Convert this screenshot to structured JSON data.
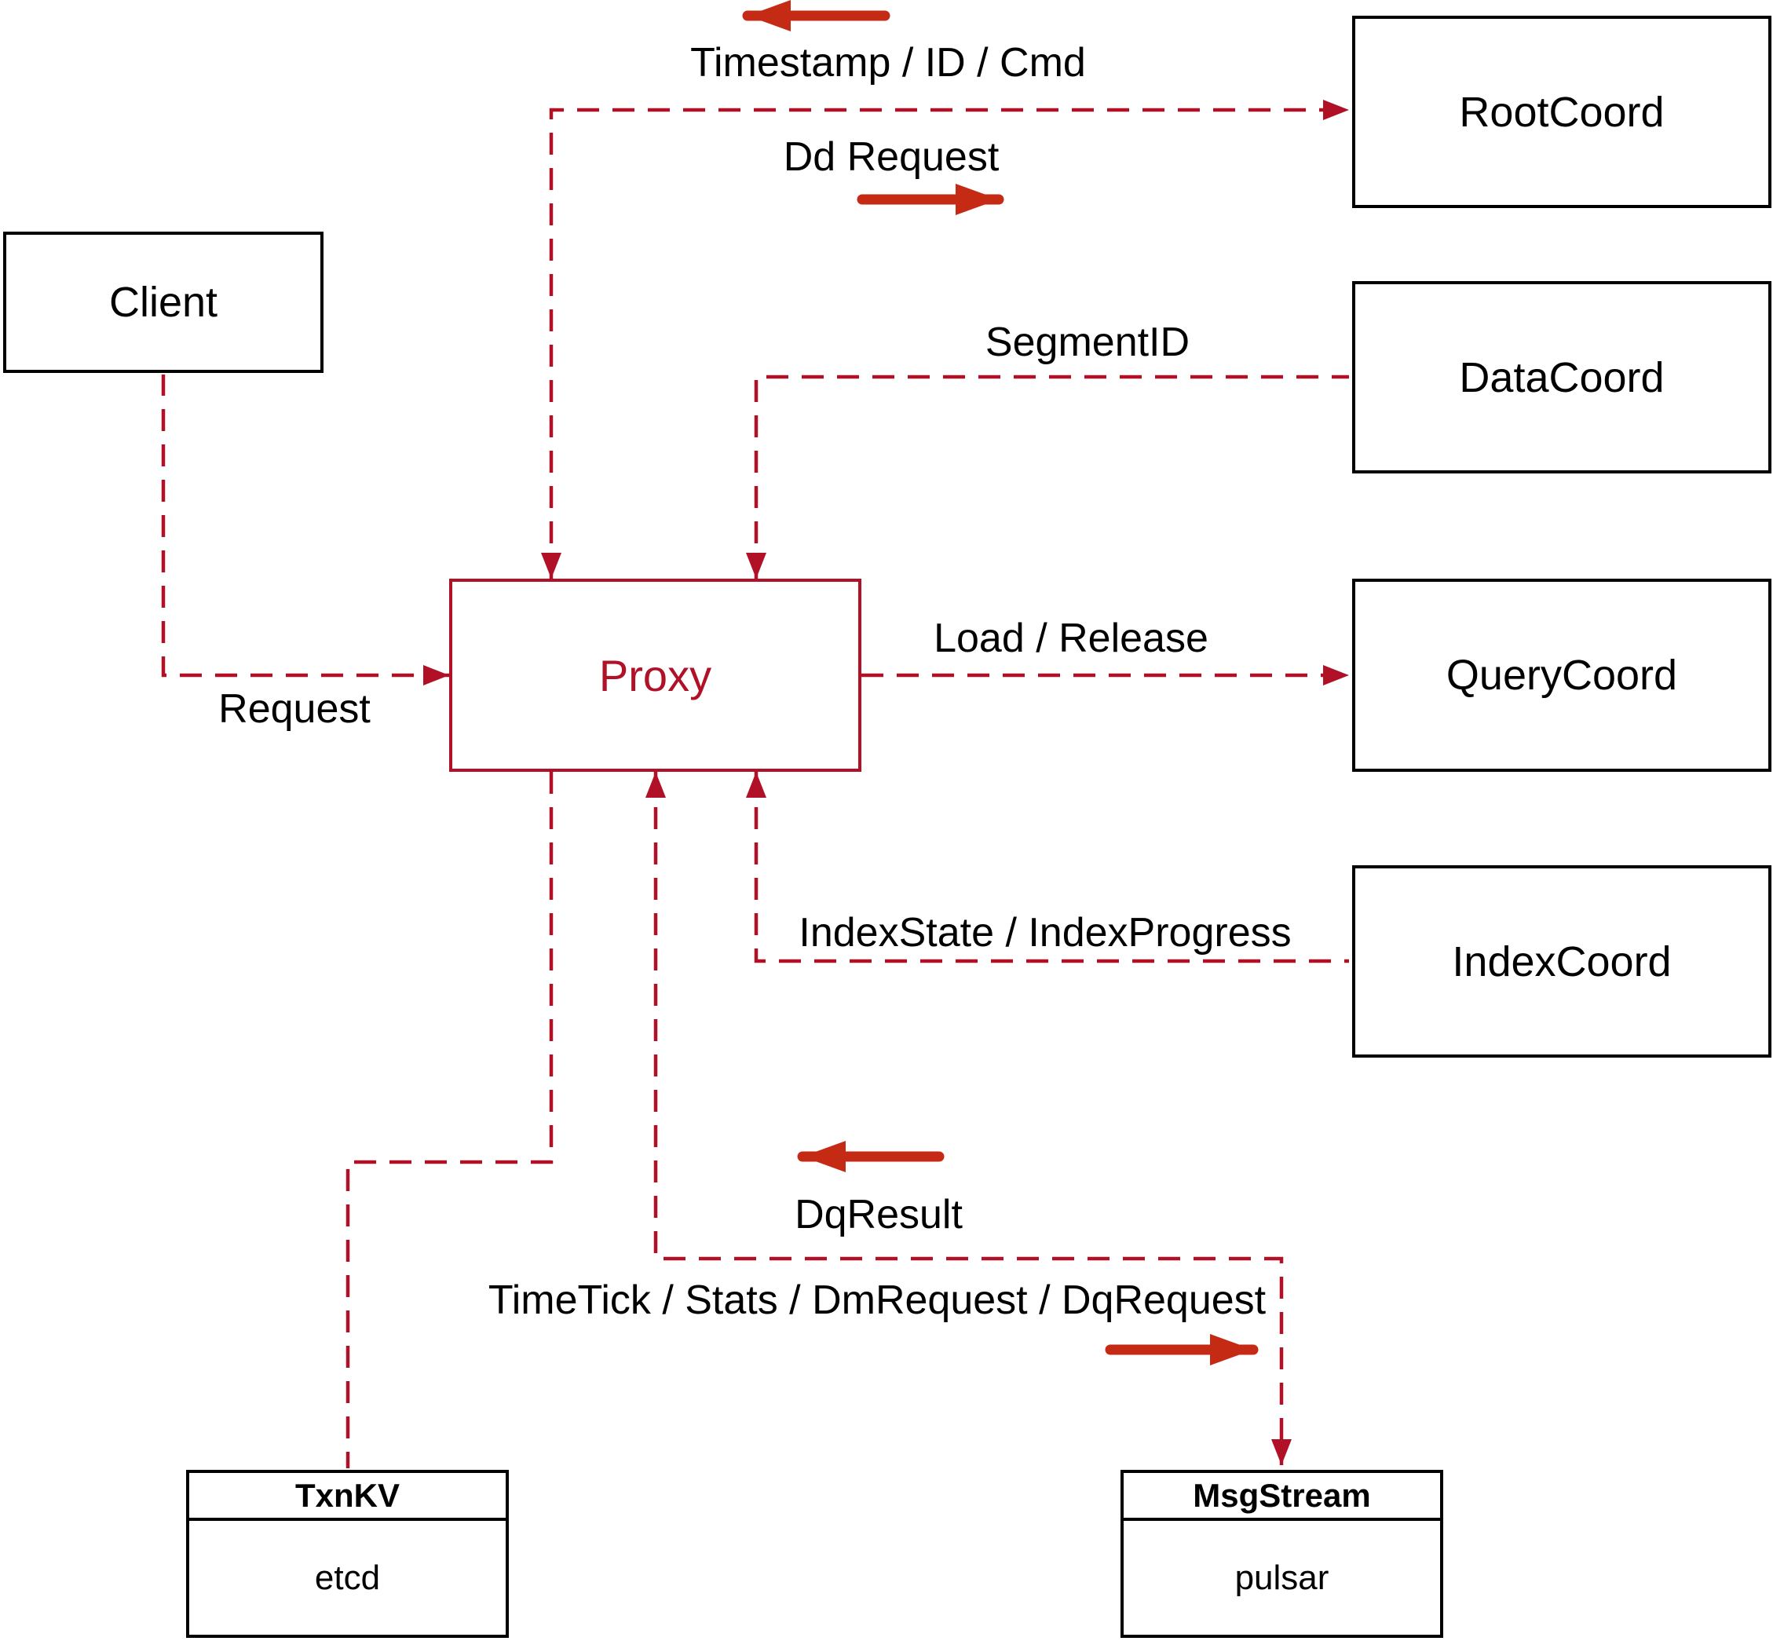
{
  "nodes": {
    "client": {
      "label": "Client"
    },
    "proxy": {
      "label": "Proxy"
    },
    "root_coord": {
      "label": "RootCoord"
    },
    "data_coord": {
      "label": "DataCoord"
    },
    "query_coord": {
      "label": "QueryCoord"
    },
    "index_coord": {
      "label": "IndexCoord"
    },
    "txn_kv": {
      "label": "TxnKV",
      "implementation": "etcd"
    },
    "msg_stream": {
      "label": "MsgStream",
      "implementation": "pulsar"
    }
  },
  "edge_labels": {
    "timestamp_id_cmd": "Timestamp / ID / Cmd",
    "dd_request": "Dd Request",
    "segment_id": "SegmentID",
    "load_release": "Load / Release",
    "request": "Request",
    "index_state_progress": "IndexState / IndexProgress",
    "dq_result": "DqResult",
    "timetick_stats": "TimeTick / Stats / DmRequest / DqRequest"
  },
  "colors": {
    "connector": "#b01126",
    "flow_arrow": "#c52a14",
    "node_border": "#000000",
    "label_text": "#000000"
  }
}
